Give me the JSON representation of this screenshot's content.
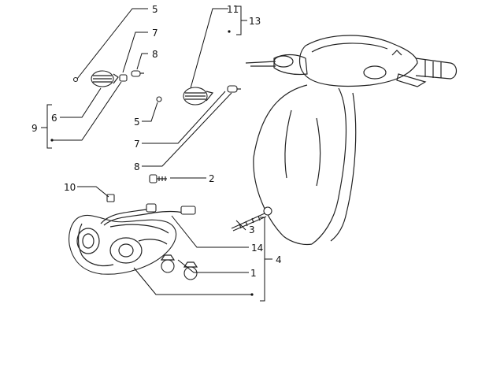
{
  "diagram": {
    "callouts": {
      "c5_top": "5",
      "c7_top": "7",
      "c8_top": "8",
      "c6": "6",
      "c9": "9",
      "c11": "11",
      "c13": "13",
      "c5_mid": "5",
      "c7_mid": "7",
      "c8_mid": "8",
      "c2": "2",
      "c10": "10",
      "c3": "3",
      "c14": "14",
      "c4": "4",
      "c1": "1"
    }
  }
}
